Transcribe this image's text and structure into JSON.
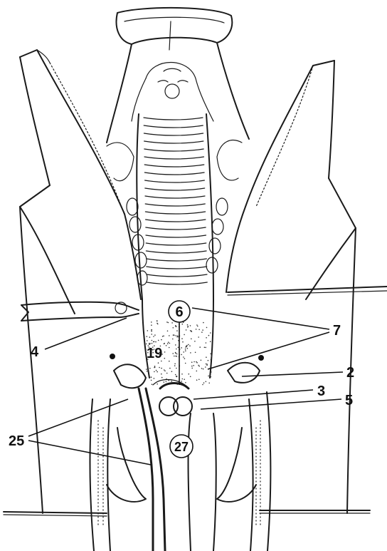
{
  "labels": {
    "l6": "6",
    "l7": "7",
    "l4": "4",
    "l19": "19",
    "l2": "2",
    "l3": "3",
    "l5": "5",
    "l25": "25",
    "l27": "27"
  },
  "colors": {
    "ink": "#1a1a1a",
    "paper": "#ffffff",
    "stipple": "#333333"
  }
}
